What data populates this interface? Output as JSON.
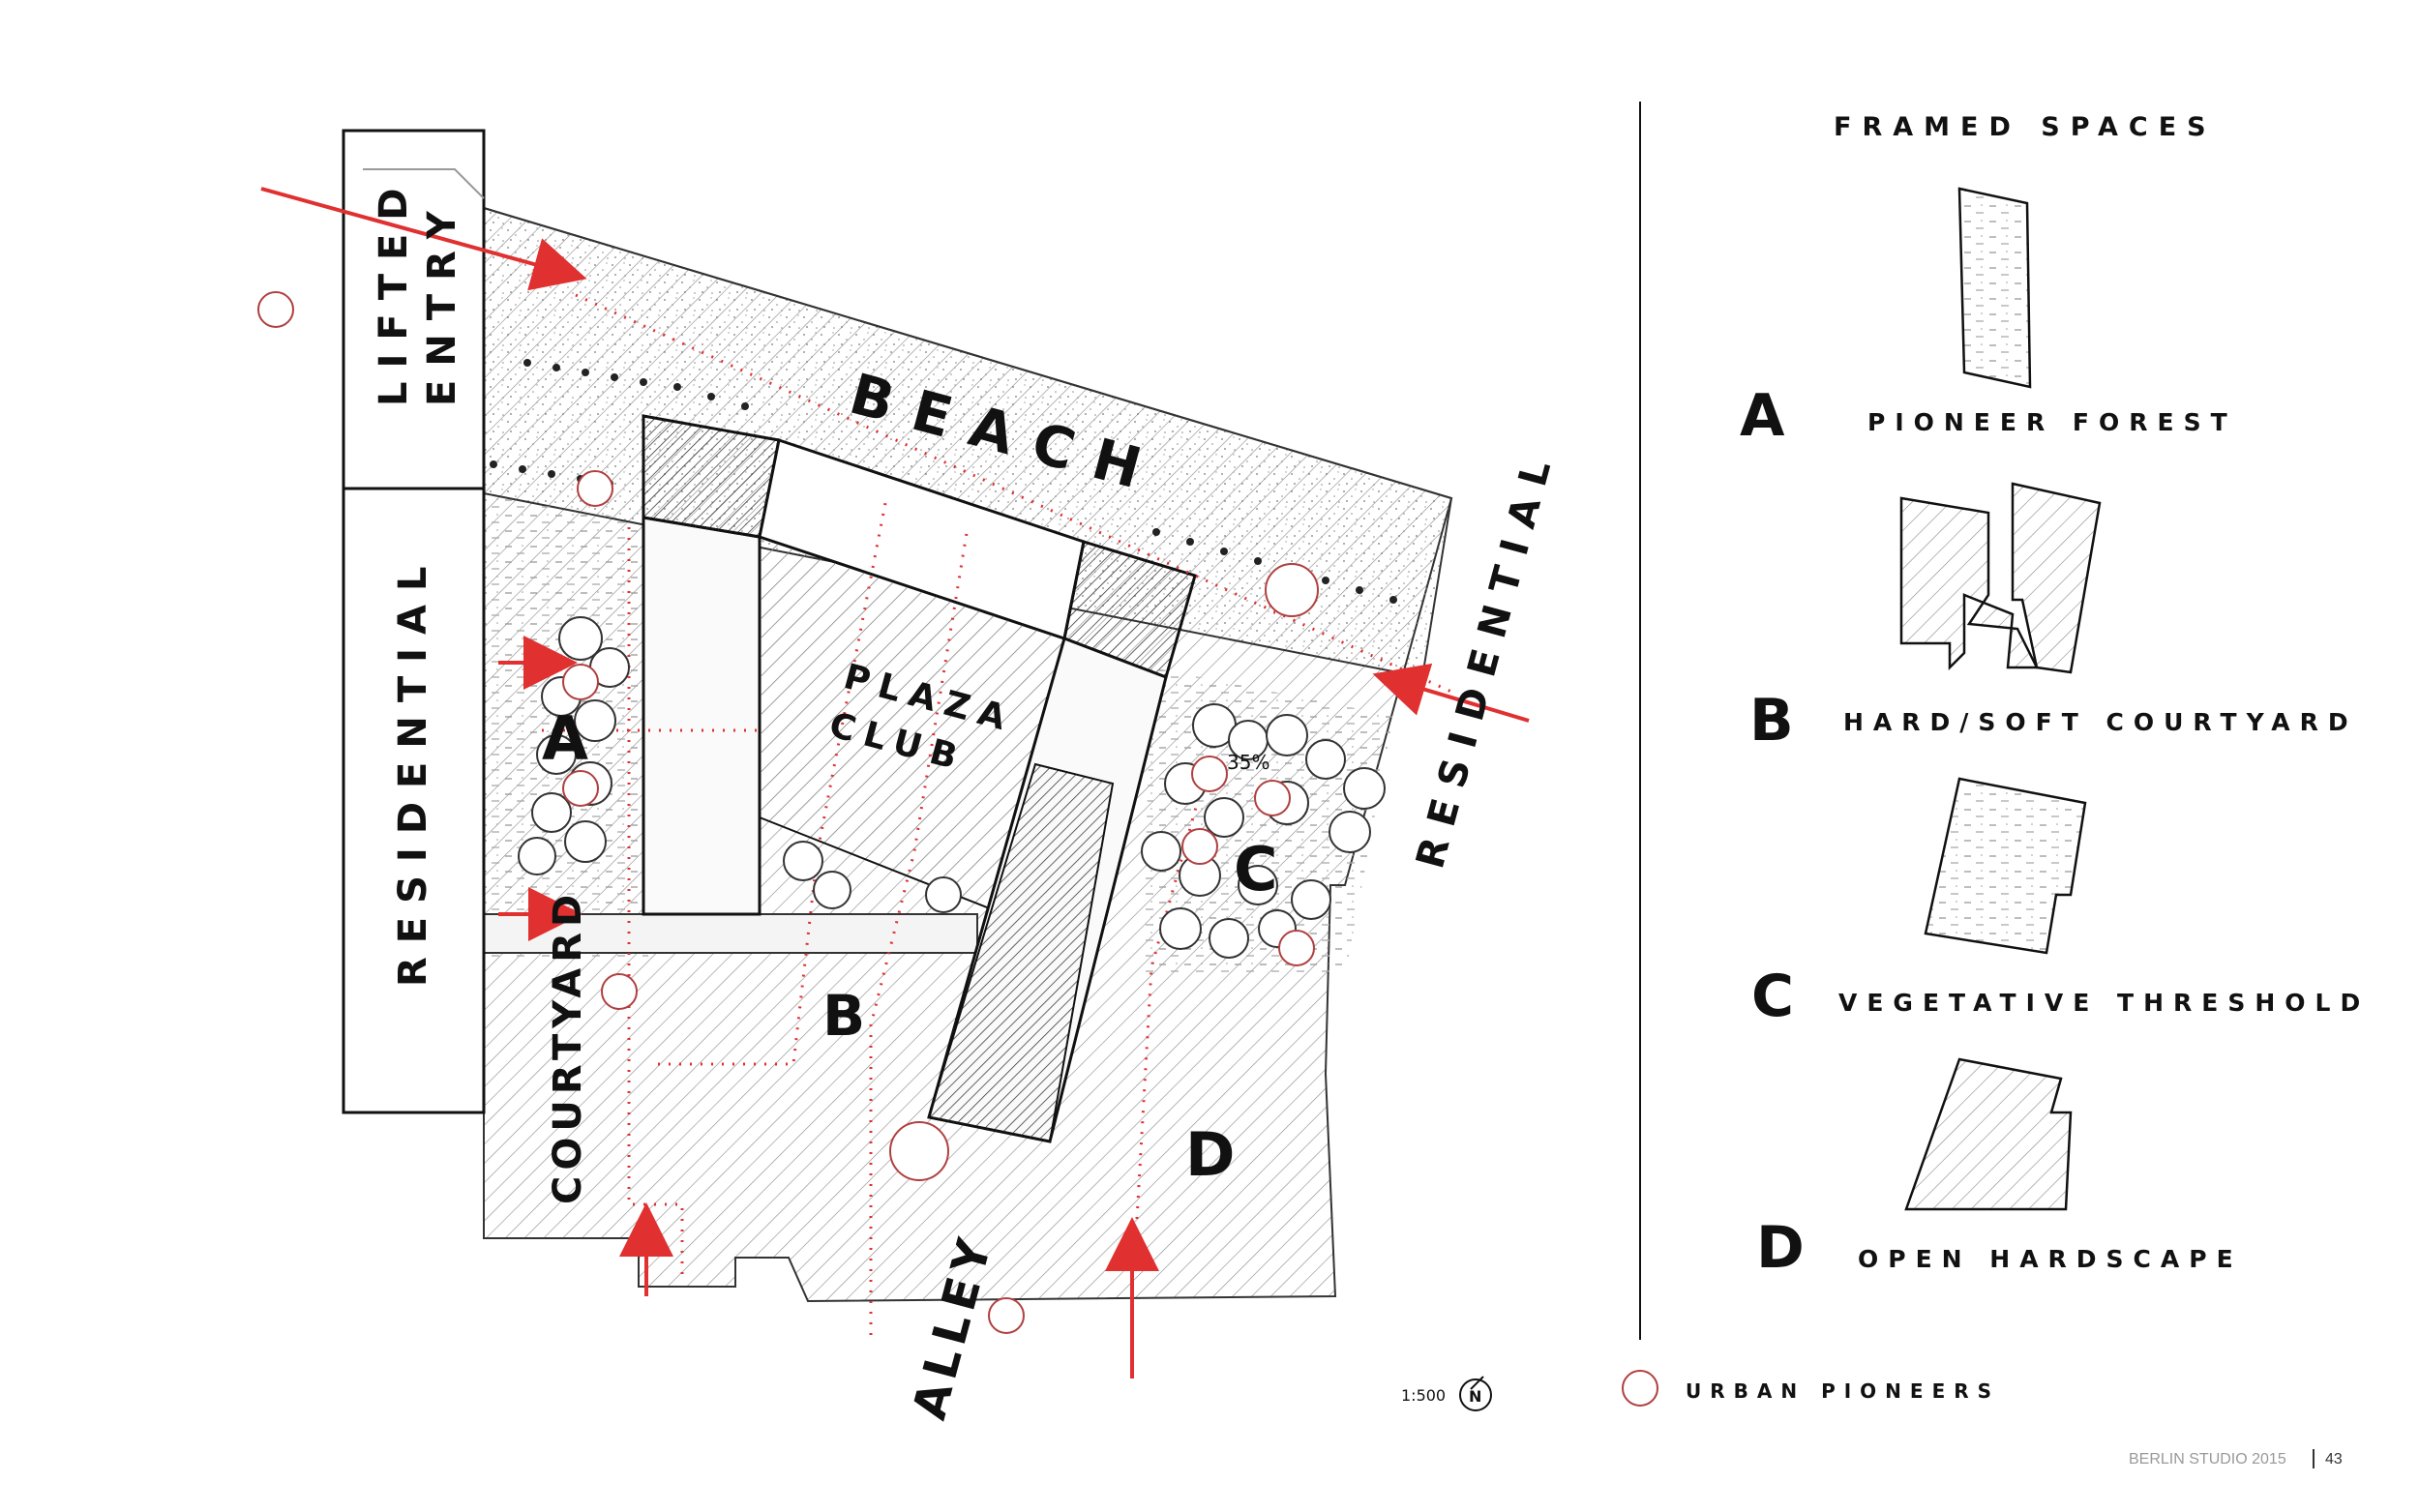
{
  "plan": {
    "labels": {
      "lifted_entry_1": "LIFTED",
      "lifted_entry_2": "ENTRY",
      "residential_left": "RESIDENTIAL",
      "residential_right": "RESIDENTIAL",
      "beach": "BEACH",
      "plaza_1": "PLAZA",
      "plaza_2": "CLUB",
      "courtyard": "COURTYARD",
      "alley": "ALLEY",
      "zone_a": "A",
      "zone_b": "B",
      "zone_c": "C",
      "zone_d": "D",
      "percent": "35%"
    },
    "scale": "1:500",
    "north": "N"
  },
  "legend": {
    "title": "FRAMED SPACES",
    "items": [
      {
        "letter": "A",
        "name": "PIONEER FOREST"
      },
      {
        "letter": "B",
        "name": "HARD/SOFT COURTYARD"
      },
      {
        "letter": "C",
        "name": "VEGETATIVE THRESHOLD"
      },
      {
        "letter": "D",
        "name": "OPEN HARDSCAPE"
      }
    ],
    "pioneers": "URBAN PIONEERS"
  },
  "footer": {
    "studio": "BERLIN STUDIO 2015",
    "page": "43"
  },
  "colors": {
    "accent_red": "#e03030",
    "ink": "#111111"
  }
}
